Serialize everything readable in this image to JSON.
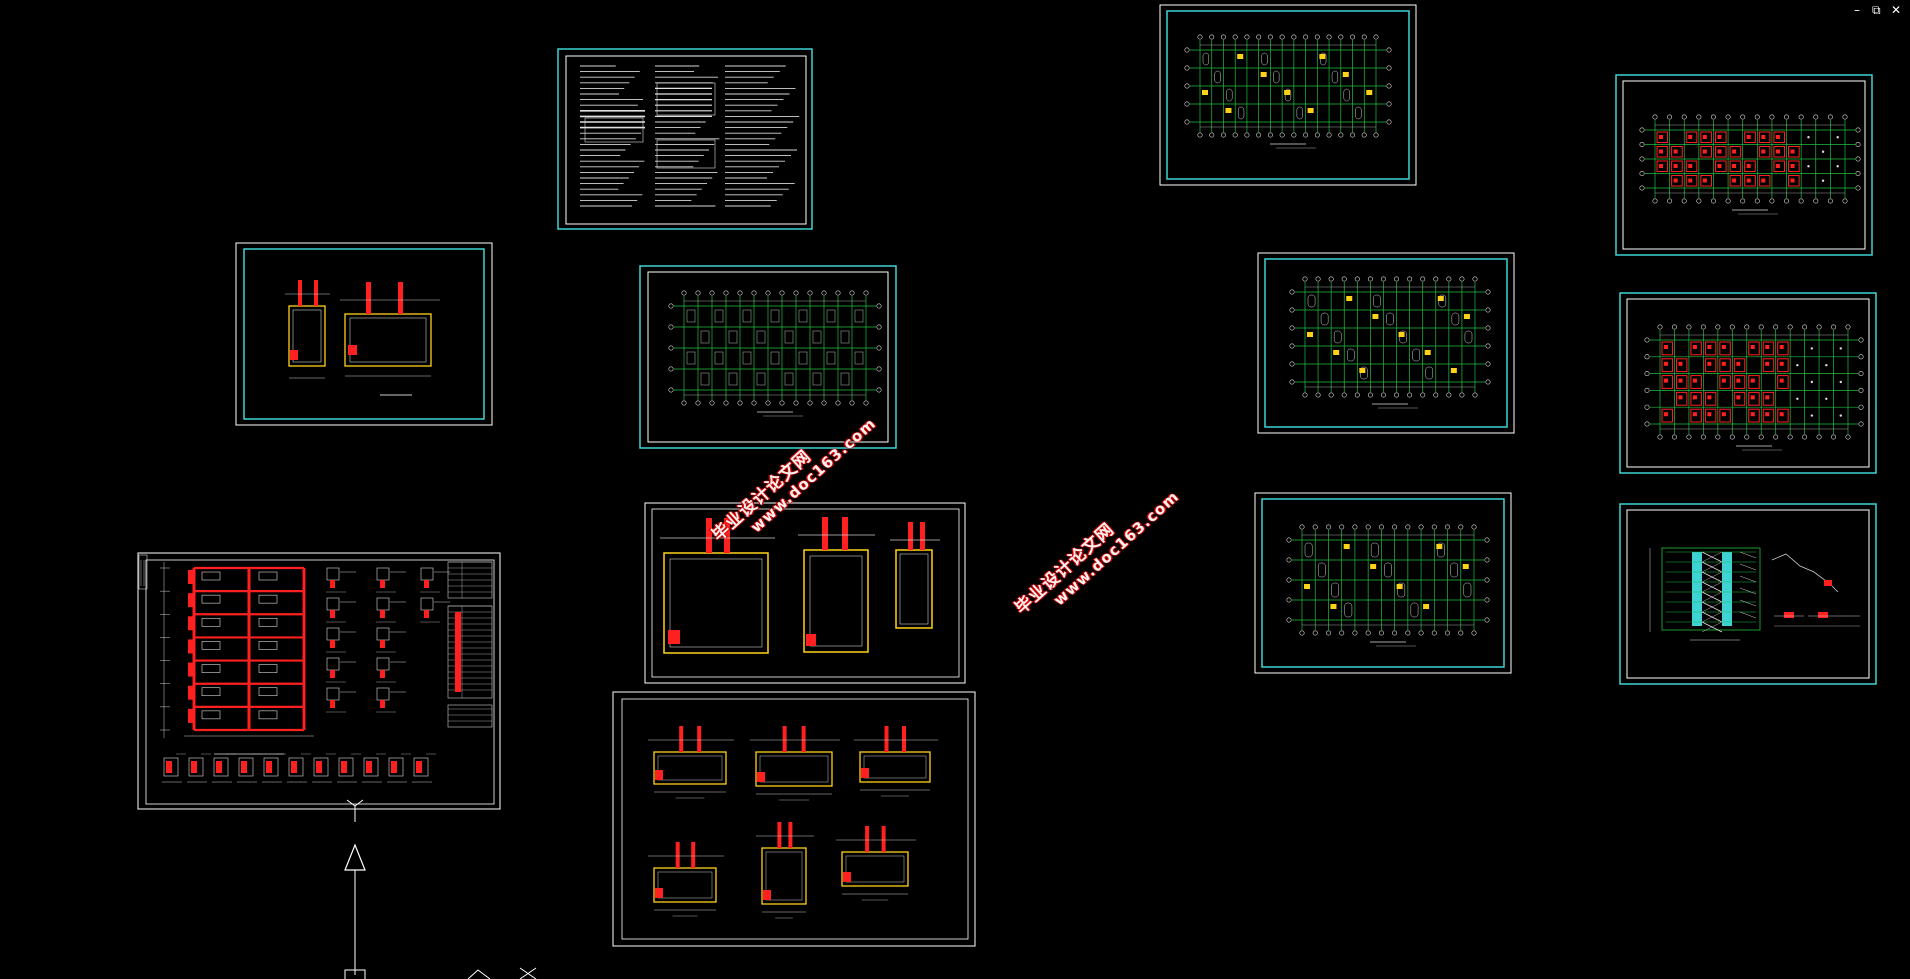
{
  "window_controls": {
    "minimize": "–",
    "restore": "⧉",
    "close": "✕"
  },
  "watermarks": [
    {
      "line1": "毕业设计论文网",
      "line2": "www.doc163.com"
    },
    {
      "line1": "毕业设计论文网",
      "line2": "www.doc163.com"
    }
  ],
  "colors": {
    "background": "#000000",
    "frame_outer": "#ffffff",
    "frame_inner": "#3fd3d3",
    "grid": "#1fbf3f",
    "column": "#ff2020",
    "wall": "#ffd21a",
    "text": "#d0d0d0"
  },
  "sheets": [
    {
      "id": "sheet-design-notes",
      "kind": "notes"
    },
    {
      "id": "sheet-foundation-details-small",
      "kind": "foundation"
    },
    {
      "id": "sheet-foundation-grid-plan",
      "kind": "grid"
    },
    {
      "id": "sheet-foundation-details-large",
      "kind": "foundation"
    },
    {
      "id": "sheet-foundation-details-multi",
      "kind": "foundation"
    },
    {
      "id": "sheet-frame-elevation",
      "kind": "frame"
    },
    {
      "id": "sheet-floor-plan-top",
      "kind": "plan"
    },
    {
      "id": "sheet-floor-plan-mid",
      "kind": "plan"
    },
    {
      "id": "sheet-floor-plan-low",
      "kind": "plan"
    },
    {
      "id": "sheet-column-plan-1",
      "kind": "columnplan"
    },
    {
      "id": "sheet-column-plan-2",
      "kind": "columnplan"
    },
    {
      "id": "sheet-stair-details",
      "kind": "stair"
    }
  ]
}
